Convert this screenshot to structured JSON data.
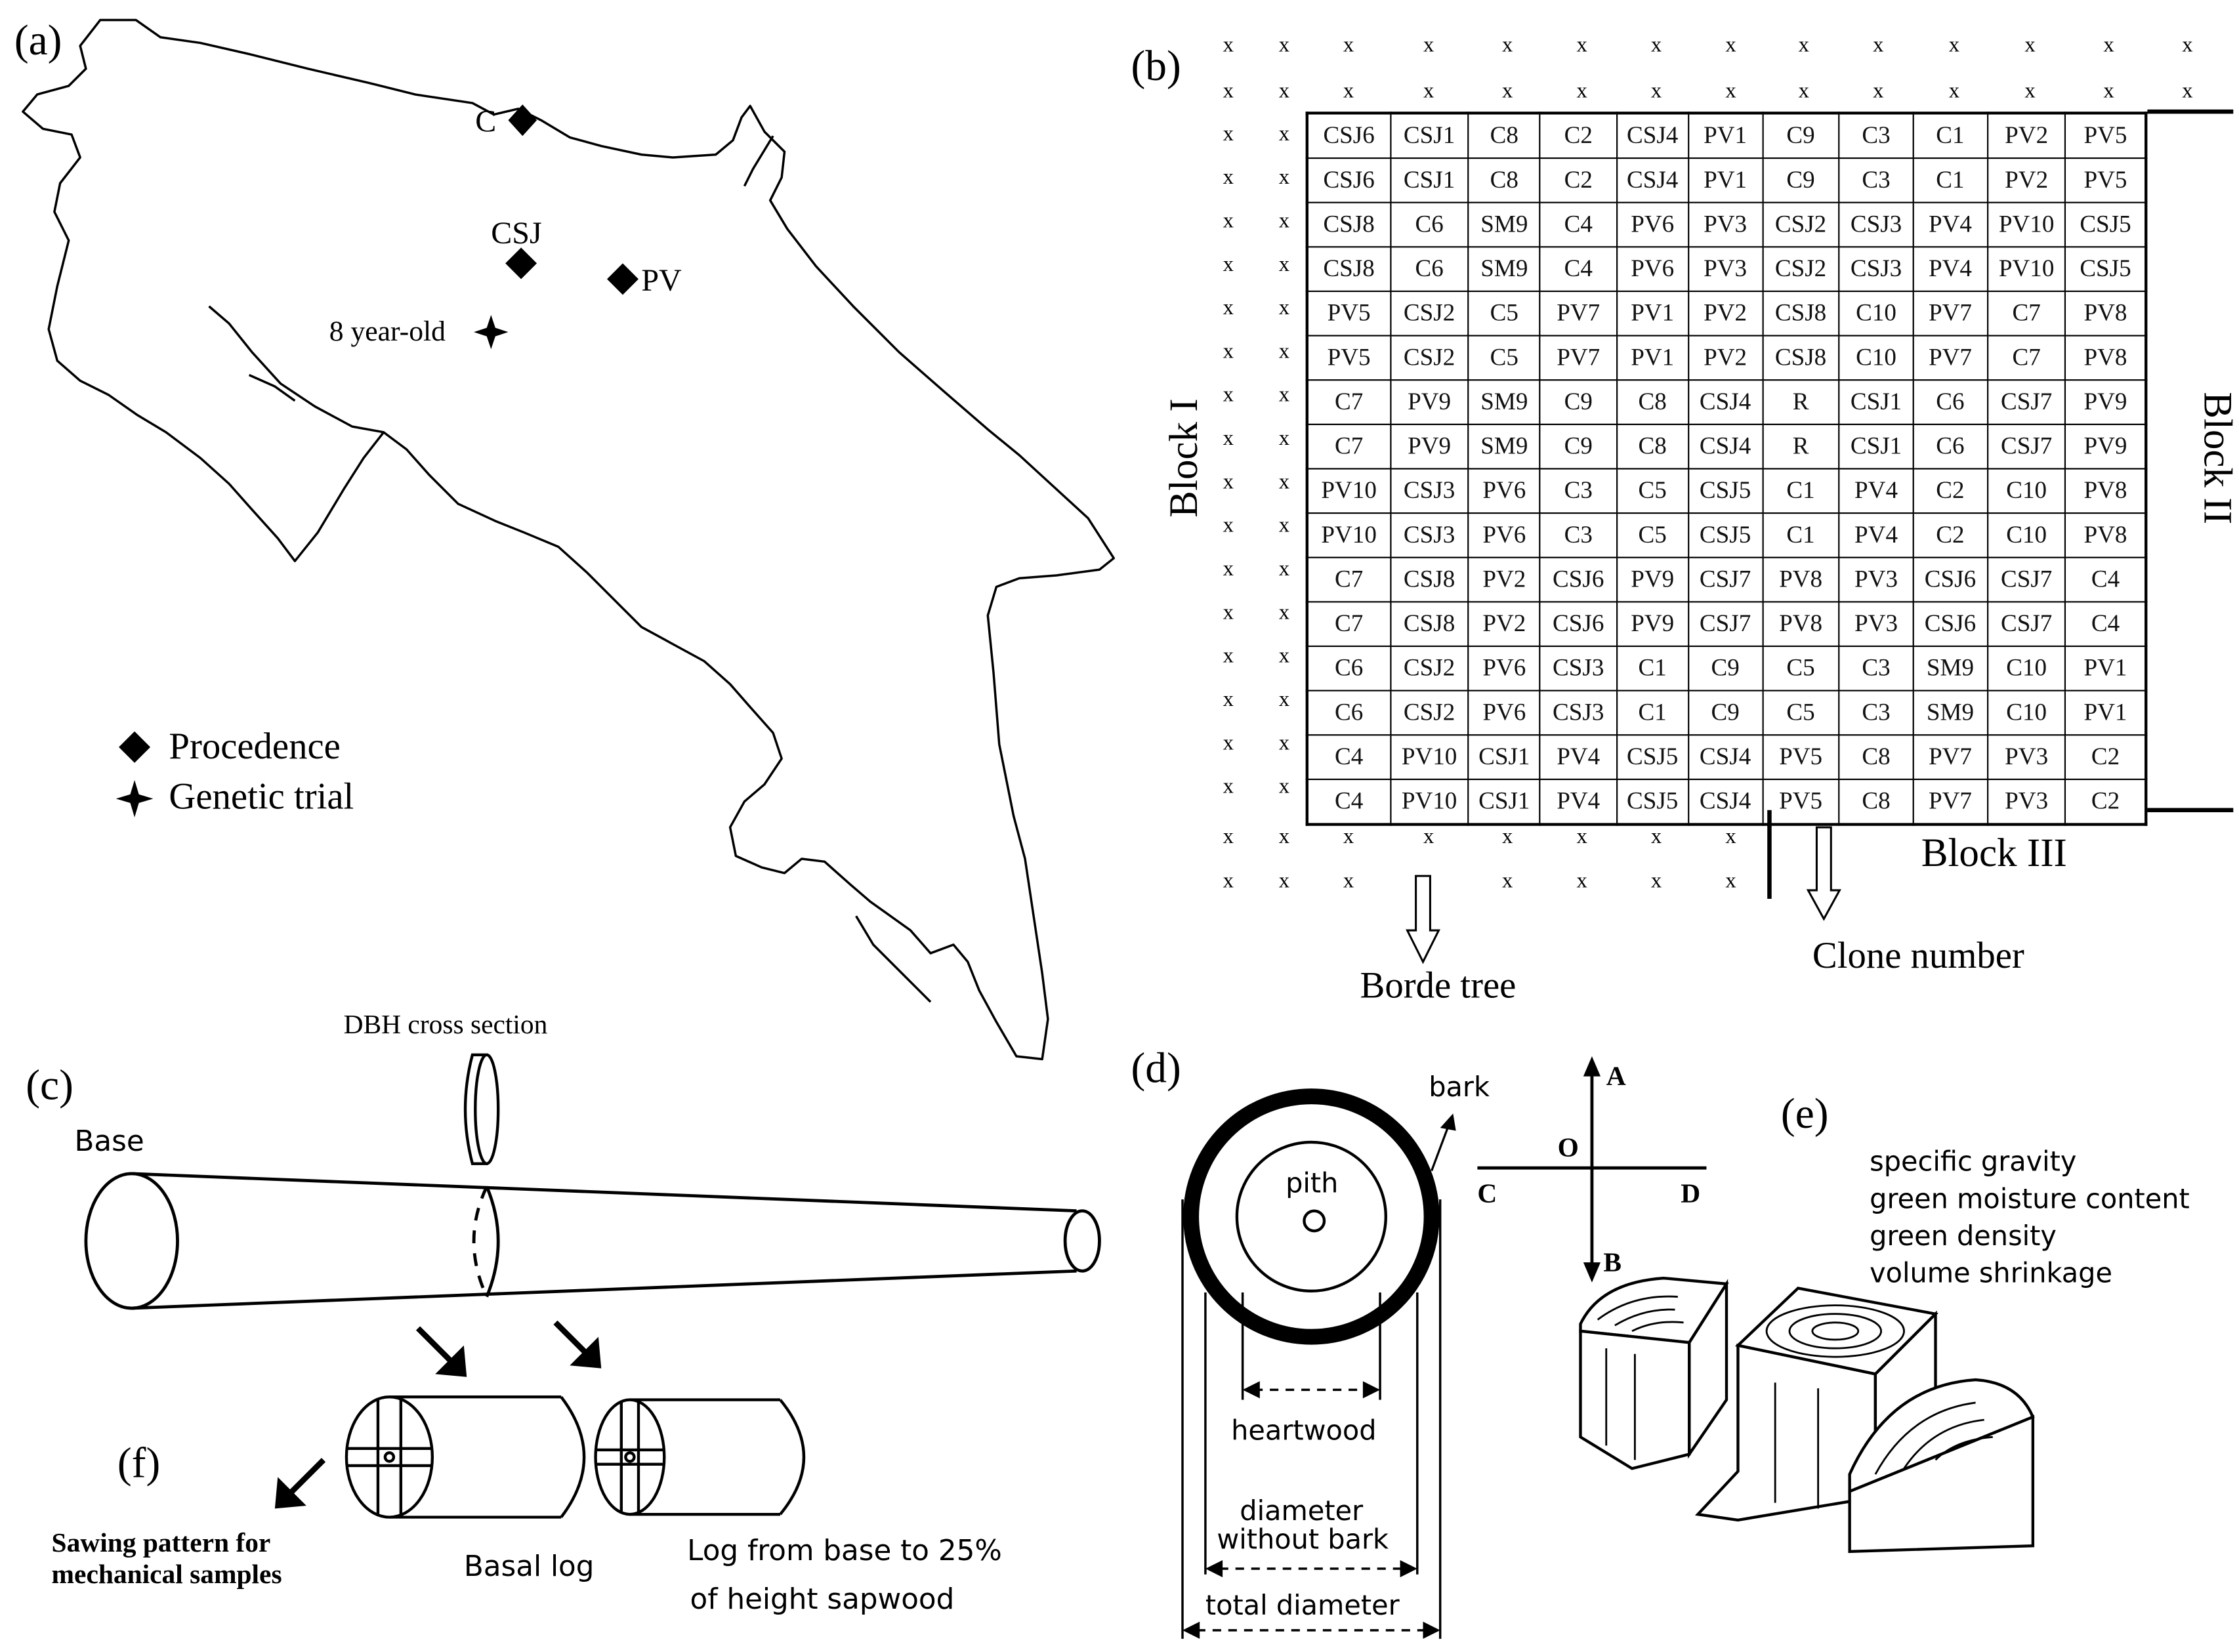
{
  "panel_labels": {
    "a": "(a)",
    "b": "(b)",
    "c": "(c)",
    "d": "(d)",
    "e": "(e)",
    "f": "(f)"
  },
  "map": {
    "sites": [
      {
        "label": "C"
      },
      {
        "label": "CSJ"
      },
      {
        "label": "PV"
      }
    ],
    "trial_label": "8 year-old",
    "legend": [
      {
        "symbol": "diamond-icon",
        "text": "Procedence"
      },
      {
        "symbol": "star4-icon",
        "text": "Genetic trial"
      }
    ]
  },
  "trial_layout": {
    "block_labels": {
      "block1": "Block I",
      "block2": "Block II",
      "block3": "Block III"
    },
    "border_marker": "x",
    "annotations": {
      "border_tree": "Borde tree",
      "clone_number": "Clone  number"
    },
    "rows": [
      [
        "CSJ6",
        "CSJ1",
        "C8",
        "C2",
        "CSJ4",
        "PV1",
        "C9",
        "C3",
        "C1",
        "PV2",
        "PV5"
      ],
      [
        "CSJ6",
        "CSJ1",
        "C8",
        "C2",
        "CSJ4",
        "PV1",
        "C9",
        "C3",
        "C1",
        "PV2",
        "PV5"
      ],
      [
        "CSJ8",
        "C6",
        "SM9",
        "C4",
        "PV6",
        "PV3",
        "CSJ2",
        "CSJ3",
        "PV4",
        "PV10",
        "CSJ5"
      ],
      [
        "CSJ8",
        "C6",
        "SM9",
        "C4",
        "PV6",
        "PV3",
        "CSJ2",
        "CSJ3",
        "PV4",
        "PV10",
        "CSJ5"
      ],
      [
        "PV5",
        "CSJ2",
        "C5",
        "PV7",
        "PV1",
        "PV2",
        "CSJ8",
        "C10",
        "PV7",
        "C7",
        "PV8"
      ],
      [
        "PV5",
        "CSJ2",
        "C5",
        "PV7",
        "PV1",
        "PV2",
        "CSJ8",
        "C10",
        "PV7",
        "C7",
        "PV8"
      ],
      [
        "C7",
        "PV9",
        "SM9",
        "C9",
        "C8",
        "CSJ4",
        "R",
        "CSJ1",
        "C6",
        "CSJ7",
        "PV9"
      ],
      [
        "C7",
        "PV9",
        "SM9",
        "C9",
        "C8",
        "CSJ4",
        "R",
        "CSJ1",
        "C6",
        "CSJ7",
        "PV9"
      ],
      [
        "PV10",
        "CSJ3",
        "PV6",
        "C3",
        "C5",
        "CSJ5",
        "C1",
        "PV4",
        "C2",
        "C10",
        "PV8"
      ],
      [
        "PV10",
        "CSJ3",
        "PV6",
        "C3",
        "C5",
        "CSJ5",
        "C1",
        "PV4",
        "C2",
        "C10",
        "PV8"
      ],
      [
        "C7",
        "CSJ8",
        "PV2",
        "CSJ6",
        "PV9",
        "CSJ7",
        "PV8",
        "PV3",
        "CSJ6",
        "CSJ7",
        "C4"
      ],
      [
        "C7",
        "CSJ8",
        "PV2",
        "CSJ6",
        "PV9",
        "CSJ7",
        "PV8",
        "PV3",
        "CSJ6",
        "CSJ7",
        "C4"
      ],
      [
        "C6",
        "CSJ2",
        "PV6",
        "CSJ3",
        "C1",
        "C9",
        "C5",
        "C3",
        "SM9",
        "C10",
        "PV1"
      ],
      [
        "C6",
        "CSJ2",
        "PV6",
        "CSJ3",
        "C1",
        "C9",
        "C5",
        "C3",
        "SM9",
        "C10",
        "PV1"
      ],
      [
        "C4",
        "PV10",
        "CSJ1",
        "PV4",
        "CSJ5",
        "CSJ4",
        "PV5",
        "C8",
        "PV7",
        "PV3",
        "C2"
      ],
      [
        "C4",
        "PV10",
        "CSJ1",
        "PV4",
        "CSJ5",
        "CSJ4",
        "PV5",
        "C8",
        "PV7",
        "PV3",
        "C2"
      ]
    ]
  },
  "log_diagram": {
    "dbh_label": "DBH cross section",
    "base_label": "Base",
    "basal_log_label": "Basal log",
    "upper_log_label_line1": "Log from base to 25%",
    "upper_log_label_line2": "of height sapwood",
    "sawing_label_line1": "Sawing pattern for",
    "sawing_label_line2": "mechanical samples"
  },
  "cross_section": {
    "bark": "bark",
    "pith": "pith",
    "heartwood": "heartwood",
    "diameter_without_bark_line1": "diameter",
    "diameter_without_bark_line2": "without bark",
    "total_diameter": "total diameter",
    "axes": {
      "a": "A",
      "b": "B",
      "c": "C",
      "d": "D",
      "o": "O"
    }
  },
  "properties": {
    "items": [
      "specific gravity",
      "green moisture content",
      "green density",
      "volume shrinkage"
    ]
  }
}
